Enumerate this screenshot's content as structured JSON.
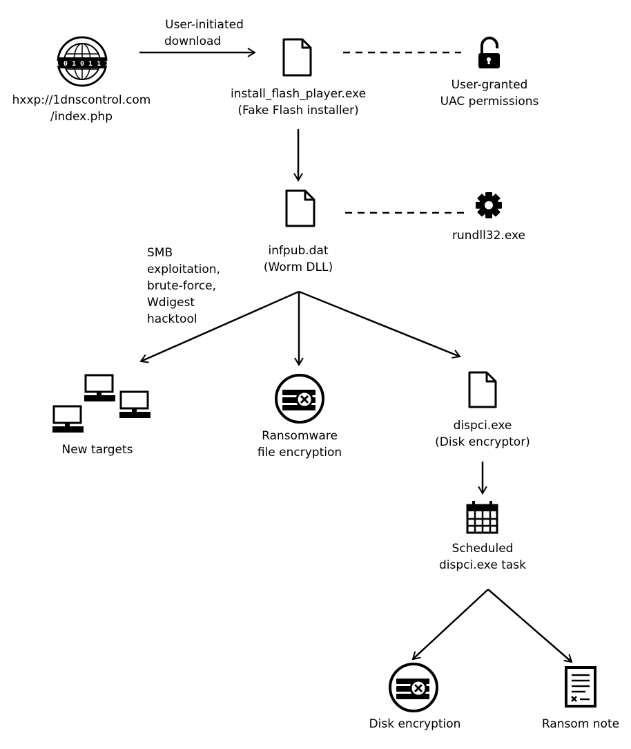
{
  "nodes": {
    "source": {
      "icon": "globe-binary-icon",
      "lines": [
        "hxxp://1dnscontrol.com",
        "/index.php"
      ]
    },
    "installer": {
      "icon": "file-icon",
      "lines": [
        "install_flash_player.exe",
        "(Fake Flash installer)"
      ]
    },
    "uac": {
      "icon": "unlocked-padlock-icon",
      "lines": [
        "User-granted",
        "UAC permissions"
      ]
    },
    "worm_dll": {
      "icon": "file-icon",
      "lines": [
        "infpub.dat",
        "(Worm DLL)"
      ]
    },
    "rundll": {
      "icon": "gear-icon",
      "lines": [
        "rundll32.exe"
      ]
    },
    "new_targets": {
      "icon": "computers-icon",
      "lines": [
        "New targets"
      ]
    },
    "ransomware": {
      "icon": "encryption-disk-icon",
      "lines": [
        "Ransomware",
        "file encryption"
      ]
    },
    "disk_encryptor": {
      "icon": "file-icon",
      "lines": [
        "dispci.exe",
        "(Disk encryptor)"
      ]
    },
    "scheduled_task": {
      "icon": "calendar-icon",
      "lines": [
        "Scheduled",
        "dispci.exe task"
      ]
    },
    "disk_encryption": {
      "icon": "encryption-disk-icon",
      "lines": [
        "Disk encryption"
      ]
    },
    "ransom_note": {
      "icon": "document-note-icon",
      "lines": [
        "Ransom note"
      ]
    }
  },
  "edges": {
    "download": {
      "lines": [
        "User-initiated",
        "download"
      ]
    },
    "spread": {
      "lines": [
        "SMB",
        "exploitation,",
        "brute-force,",
        "Wdigest",
        "hacktool"
      ]
    }
  }
}
